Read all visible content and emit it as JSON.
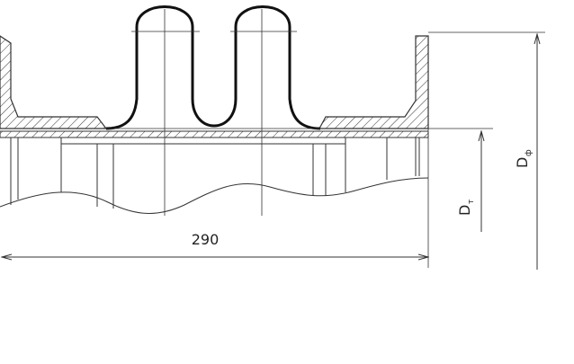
{
  "drawing": {
    "dimensions": {
      "length_value": "290",
      "flange_diameter": {
        "symbol": "D",
        "subscript": "ф"
      },
      "pipe_diameter": {
        "symbol": "D",
        "subscript": "т"
      }
    }
  }
}
